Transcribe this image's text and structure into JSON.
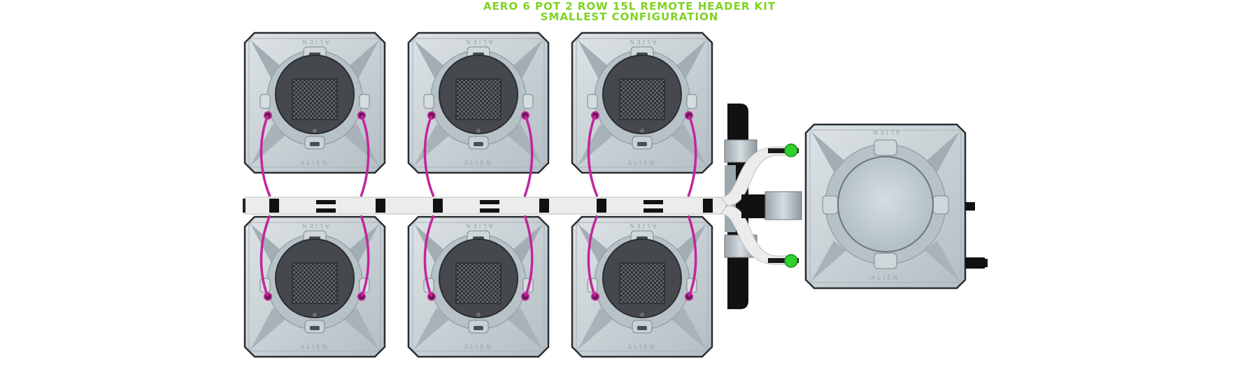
{
  "title": {
    "line1": "AERO 6 POT 2 ROW 15L REMOTE HEADER KIT",
    "line2": "SMALLEST CONFIGURATION"
  },
  "brand_label": "ALIEN",
  "colors": {
    "title": "#7ed321",
    "pot_body": "#c4ccd1",
    "pot_dark": "#4a4f53",
    "drip_line": "#c2269c",
    "valve": "#2ed12e",
    "pipe": "#ededed",
    "fitting": "#111111",
    "connector": "#a9b4ba"
  }
}
